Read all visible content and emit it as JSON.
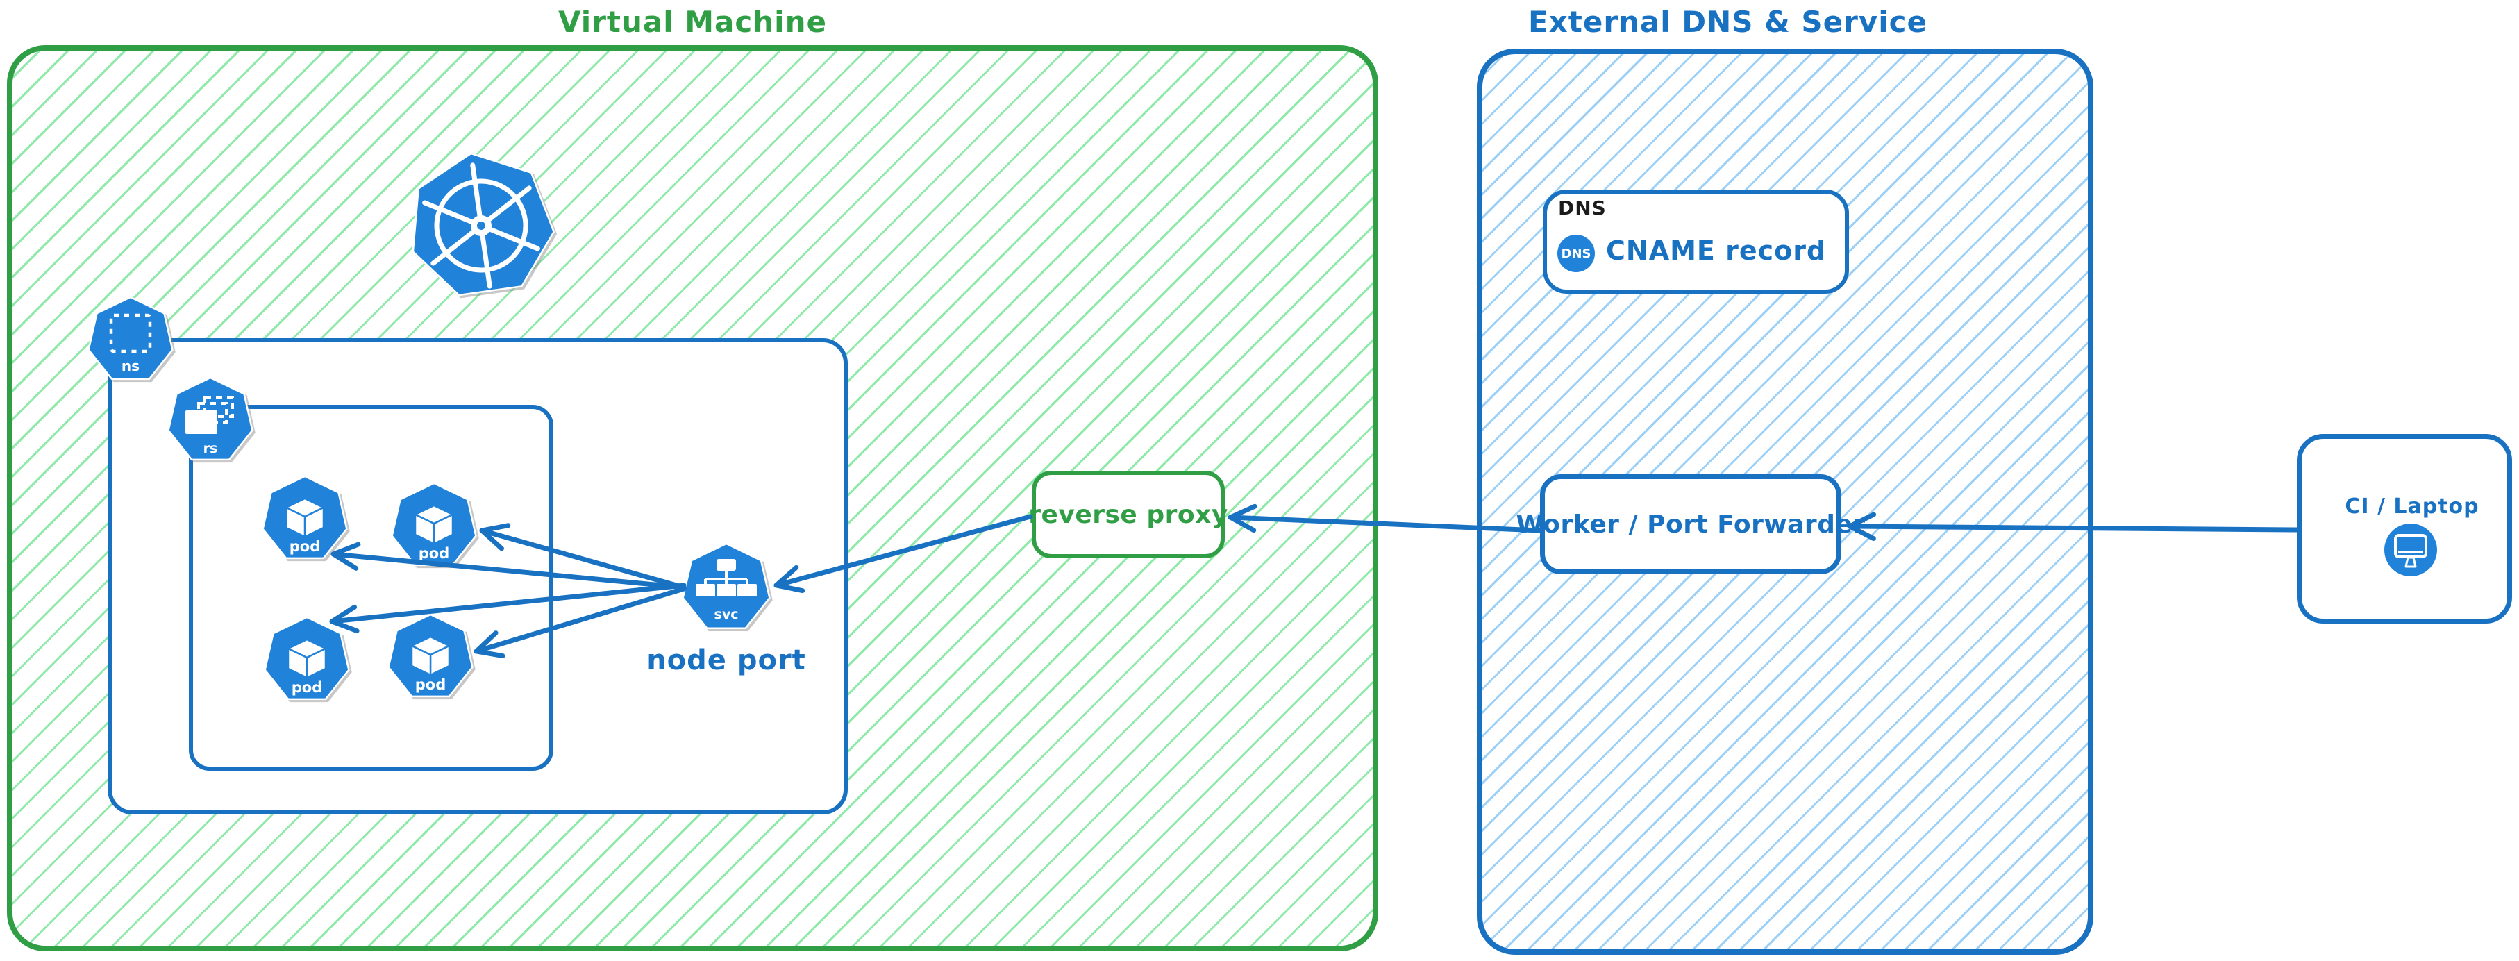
{
  "colors": {
    "green": "#2f9e44",
    "green_hatch": "#8fe9a8",
    "blue": "#1971c2",
    "blue_hatch": "#9cd0f7",
    "icon_blue": "#2182d9",
    "label_black": "#1c1c1c"
  },
  "virtual_machine": {
    "title": "Virtual Machine",
    "reverse_proxy_label": "reverse proxy",
    "cluster": {
      "namespace_icon_label": "ns",
      "replicaset_icon_label": "rs",
      "service_icon_label": "svc",
      "service_label": "node port",
      "pods": [
        {
          "label": "pod"
        },
        {
          "label": "pod"
        },
        {
          "label": "pod"
        },
        {
          "label": "pod"
        }
      ]
    }
  },
  "external": {
    "title": "External DNS & Service",
    "dns": {
      "header": "DNS",
      "badge": "DNS",
      "record": "CNAME record"
    },
    "worker_label": "Worker / Port Forwarder"
  },
  "client": {
    "label": "CI / Laptop"
  },
  "icons": {
    "kubernetes-logo": "heptagon-with-helm-wheel",
    "ns-icon": "heptagon-dashed-square",
    "rs-icon": "heptagon-stacked-rects",
    "pod-icon": "heptagon-cube",
    "svc-icon": "heptagon-tree",
    "dns-icon": "blue-circle-DNS",
    "computer-icon": "blue-circle-monitor"
  }
}
